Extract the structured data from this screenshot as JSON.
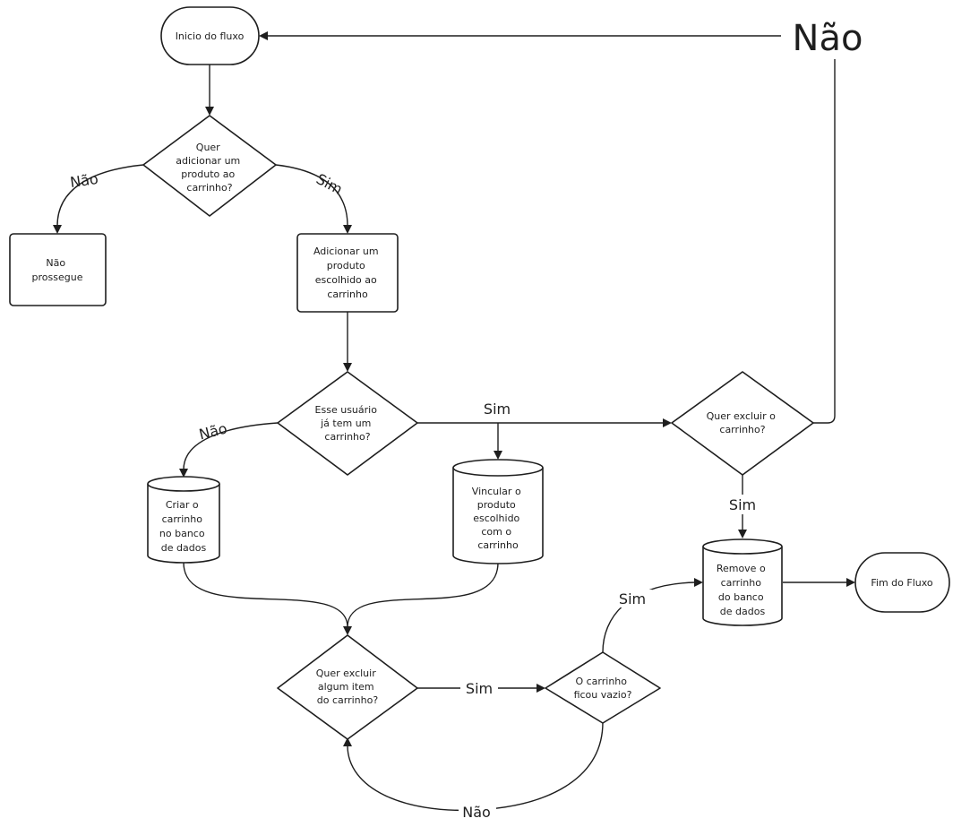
{
  "nodes": {
    "inicio": {
      "lines": [
        "Inicio do fluxo"
      ]
    },
    "quer_adicionar": {
      "lines": [
        "Quer",
        "adicionar um",
        "produto ao",
        "carrinho?"
      ]
    },
    "nao_prossegue": {
      "lines": [
        "Não",
        "prossegue"
      ]
    },
    "adicionar_produto": {
      "lines": [
        "Adicionar um",
        "produto",
        "escolhido ao",
        "carrinho"
      ]
    },
    "usuario_tem_carrinho": {
      "lines": [
        "Esse usuário",
        "já tem um",
        "carrinho?"
      ]
    },
    "criar_carrinho": {
      "lines": [
        "Criar o",
        "carrinho",
        "no banco",
        "de dados"
      ]
    },
    "vincular_produto": {
      "lines": [
        "Vincular o",
        "produto",
        "escolhido",
        "com o",
        "carrinho"
      ]
    },
    "quer_excluir_carrinho": {
      "lines": [
        "Quer excluir o",
        "carrinho?"
      ]
    },
    "remove_carrinho": {
      "lines": [
        "Remove o",
        "carrinho",
        "do banco",
        "de dados"
      ]
    },
    "fim": {
      "lines": [
        "Fim do Fluxo"
      ]
    },
    "quer_excluir_item": {
      "lines": [
        "Quer excluir",
        "algum item",
        "do carrinho?"
      ]
    },
    "carrinho_vazio": {
      "lines": [
        "O carrinho",
        "ficou vazio?"
      ]
    }
  },
  "edge_labels": {
    "nao_big": "Não",
    "nao_adicionar": "Não",
    "sim_adicionar": "Sim",
    "nao_usuario": "Não",
    "sim_usuario": "Sim",
    "sim_excluir_carrinho": "Sim",
    "sim_excluir_item": "Sim",
    "sim_vazio": "Sim",
    "nao_vazio": "Não"
  }
}
